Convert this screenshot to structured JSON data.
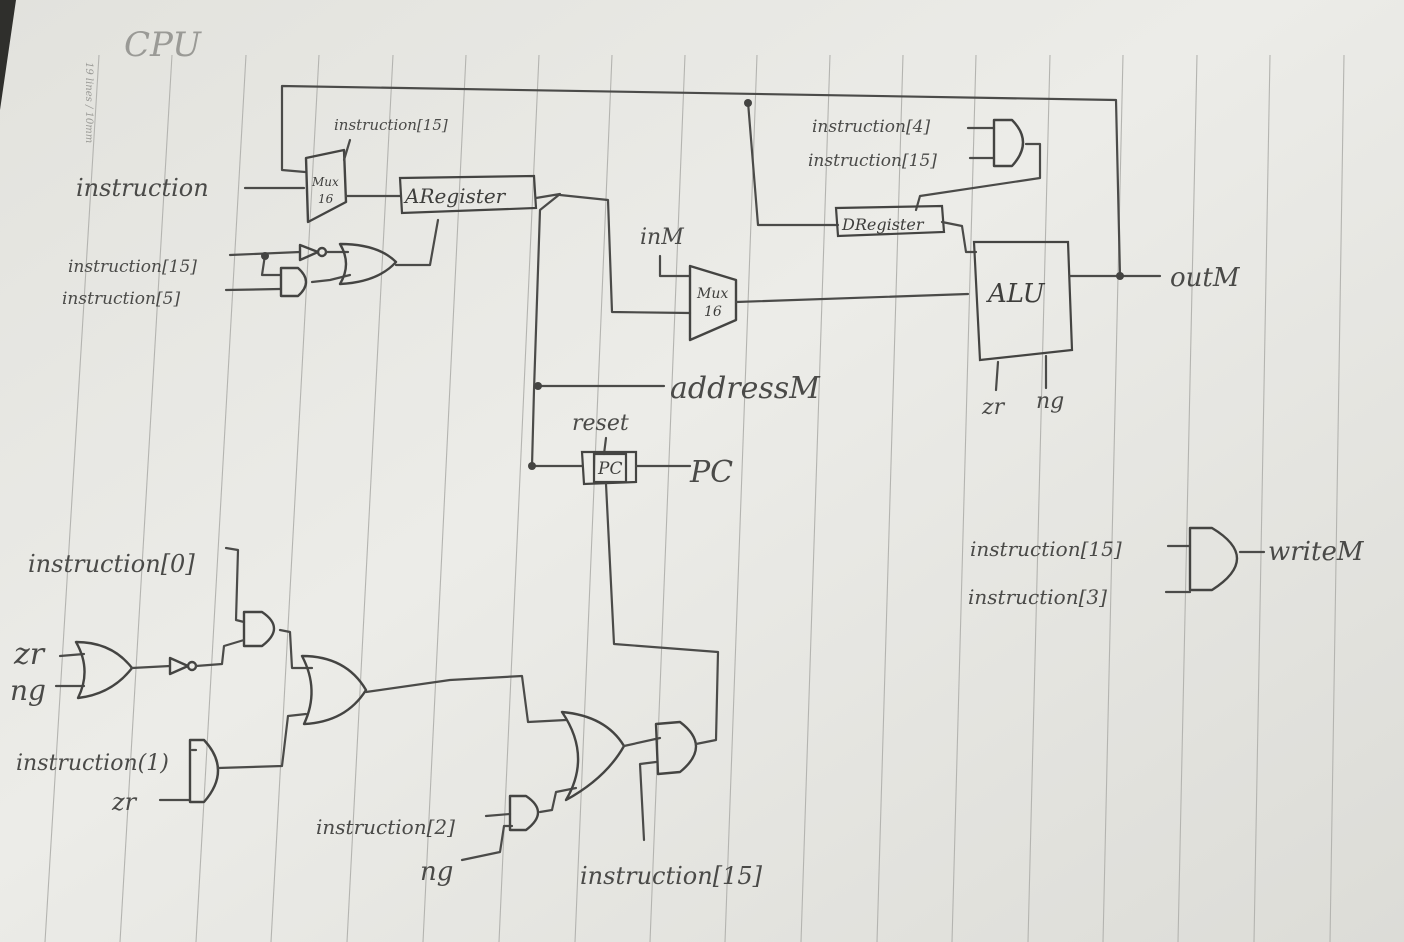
{
  "page": {
    "title": "CPU",
    "ruling_note": "19 lines / 10mm"
  },
  "components": {
    "a_register": "ARegister",
    "d_register": "DRegister",
    "alu": "ALU",
    "pc": "PC",
    "mux_a": [
      "Mux",
      "16"
    ],
    "mux_m": [
      "Mux",
      "16"
    ]
  },
  "signals": {
    "instruction": "instruction",
    "instruction_15_top": "instruction[15]",
    "instruction_15_left": "instruction[15]",
    "instruction_5": "instruction[5]",
    "instruction_4": "instruction[4]",
    "instruction_15_d": "instruction[15]",
    "inM": "inM",
    "outM": "outM",
    "addressM": "addressM",
    "reset": "reset",
    "pc_out": "PC",
    "zr_alu": "zr",
    "ng_alu": "ng",
    "instruction_15_write": "instruction[15]",
    "instruction_3": "instruction[3]",
    "writeM": "writeM",
    "instruction_0": "instruction[0]",
    "zr_1": "zr",
    "ng_1": "ng",
    "instruction_1": "instruction(1)",
    "zr_2": "zr",
    "instruction_2": "instruction[2]",
    "ng_2": "ng",
    "instruction_15_bottom": "instruction[15]"
  },
  "colors": {
    "paper": "#e9e9e5",
    "pencil": "#4a4a48",
    "ruling": "#b4b4b0"
  }
}
